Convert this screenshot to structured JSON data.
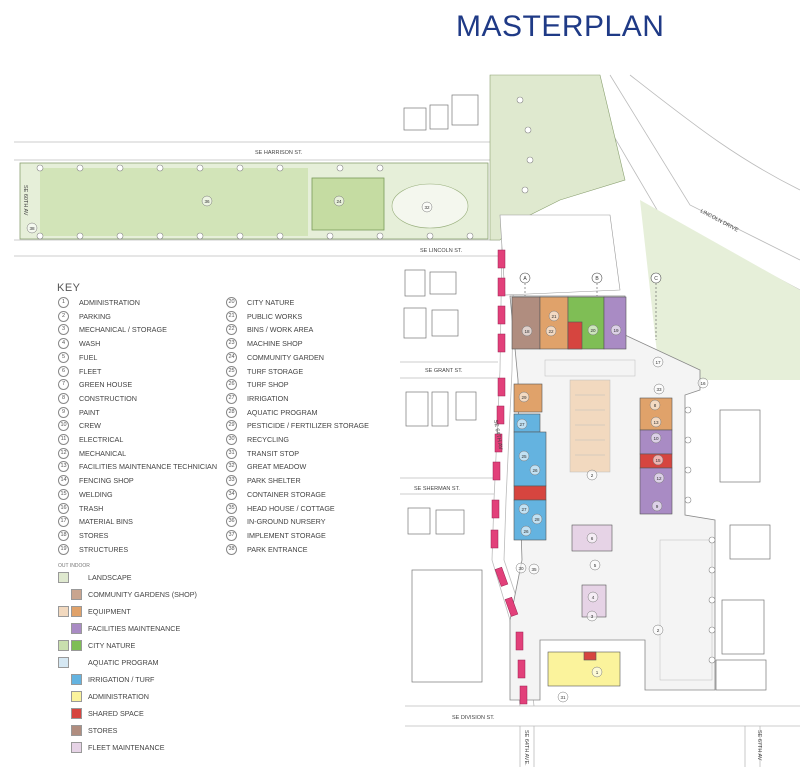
{
  "title": "MASTERPLAN",
  "key": {
    "heading": "KEY",
    "left_column": [
      {
        "n": "1",
        "label": "ADMINISTRATION"
      },
      {
        "n": "2",
        "label": "PARKING"
      },
      {
        "n": "3",
        "label": "MECHANICAL / STORAGE"
      },
      {
        "n": "4",
        "label": "WASH"
      },
      {
        "n": "5",
        "label": "FUEL"
      },
      {
        "n": "6",
        "label": "FLEET"
      },
      {
        "n": "7",
        "label": "GREEN HOUSE"
      },
      {
        "n": "8",
        "label": "CONSTRUCTION"
      },
      {
        "n": "9",
        "label": "PAINT"
      },
      {
        "n": "10",
        "label": "CREW"
      },
      {
        "n": "11",
        "label": "ELECTRICAL"
      },
      {
        "n": "12",
        "label": "MECHANICAL"
      },
      {
        "n": "13",
        "label": "FACILITIES MAINTENANCE TECHNICIAN"
      },
      {
        "n": "14",
        "label": "FENCING SHOP"
      },
      {
        "n": "15",
        "label": "WELDING"
      },
      {
        "n": "16",
        "label": "TRASH"
      },
      {
        "n": "17",
        "label": "MATERIAL BINS"
      },
      {
        "n": "18",
        "label": "STORES"
      },
      {
        "n": "19",
        "label": "STRUCTURES"
      }
    ],
    "right_column": [
      {
        "n": "20",
        "label": "CITY NATURE"
      },
      {
        "n": "21",
        "label": "PUBLIC WORKS"
      },
      {
        "n": "22",
        "label": "BINS / WORK AREA"
      },
      {
        "n": "23",
        "label": "MACHINE SHOP"
      },
      {
        "n": "24",
        "label": "COMMUNITY GARDEN"
      },
      {
        "n": "25",
        "label": "TURF STORAGE"
      },
      {
        "n": "26",
        "label": "TURF SHOP"
      },
      {
        "n": "27",
        "label": "IRRIGATION"
      },
      {
        "n": "28",
        "label": "AQUATIC PROGRAM"
      },
      {
        "n": "29",
        "label": "PESTICIDE / FERTILIZER STORAGE"
      },
      {
        "n": "30",
        "label": "RECYCLING"
      },
      {
        "n": "31",
        "label": "TRANSIT STOP"
      },
      {
        "n": "32",
        "label": "GREAT MEADOW"
      },
      {
        "n": "33",
        "label": "PARK SHELTER"
      },
      {
        "n": "34",
        "label": "CONTAINER STORAGE"
      },
      {
        "n": "35",
        "label": "HEAD HOUSE / COTTAGE"
      },
      {
        "n": "36",
        "label": "IN-GROUND NURSERY"
      },
      {
        "n": "37",
        "label": "IMPLEMENT STORAGE"
      },
      {
        "n": "38",
        "label": "PARK ENTRANCE"
      }
    ],
    "category_head": "OUT  INDOOR",
    "categories": [
      {
        "label": "LANDSCAPE",
        "out": "#dfe9cf",
        "in": "",
        "indent": false
      },
      {
        "label": "COMMUNITY GARDENS (SHOP)",
        "out": "",
        "in": "#c9a58f",
        "indent": true
      },
      {
        "label": "EQUIPMENT",
        "out": "#f2d9bf",
        "in": "#e0a26a",
        "indent": false
      },
      {
        "label": "FACILITIES MAINTENANCE",
        "out": "",
        "in": "#a98bc4",
        "indent": true
      },
      {
        "label": "CITY NATURE",
        "out": "#c9dfae",
        "in": "#7fbe55",
        "indent": false
      },
      {
        "label": "AQUATIC PROGRAM",
        "out": "#d6e8f3",
        "in": "",
        "indent": false
      },
      {
        "label": "IRRIGATION / TURF",
        "out": "",
        "in": "#64b3e0",
        "indent": false
      },
      {
        "label": "ADMINISTRATION",
        "out": "",
        "in": "#fbf39c",
        "indent": false
      },
      {
        "label": "SHARED SPACE",
        "out": "",
        "in": "#d6453f",
        "indent": false
      },
      {
        "label": "STORES",
        "out": "",
        "in": "#b08d7f",
        "indent": false
      },
      {
        "label": "FLEET MAINTENANCE",
        "out": "",
        "in": "#e6d3e6",
        "indent": false
      }
    ]
  },
  "streets": {
    "harrison": "SE HARRISON ST.",
    "lincoln": "SE LINCOLN ST.",
    "grant": "SE GRANT ST.",
    "sherman": "SE SHERMAN ST.",
    "division": "SE DIVISION ST.",
    "ave64": "SE 64TH AVE.",
    "ave64b": "SE 64TH AV",
    "ave67": "SE 67TH AV",
    "ave60": "SE 60TH AV",
    "lincoln_drive": "LINCOLN DRIVE"
  },
  "markers": {
    "a": "A",
    "b": "B",
    "c": "C",
    "n38": "38",
    "n36": "36",
    "n24": "24",
    "n32": "32",
    "n17": "17",
    "n33": "33",
    "n16": "16",
    "n19": "19",
    "n20": "20",
    "n21": "21",
    "n18": "18",
    "n22": "22",
    "n6": "6",
    "n2": "2",
    "n1": "1",
    "n31": "31",
    "n3": "3",
    "n4": "4",
    "n5": "5",
    "n29": "29",
    "n27": "27",
    "n28": "28",
    "n25": "25",
    "n26": "26",
    "n37": "37",
    "n35": "35",
    "n30": "30",
    "n13": "13",
    "n15": "15",
    "n10": "10",
    "n9": "9",
    "n11": "11",
    "n12": "12",
    "n8": "8",
    "n14": "14"
  },
  "colors": {
    "title": "#1f3a86",
    "landscape": "#dfe9cf",
    "magenta": "#e2407a"
  }
}
